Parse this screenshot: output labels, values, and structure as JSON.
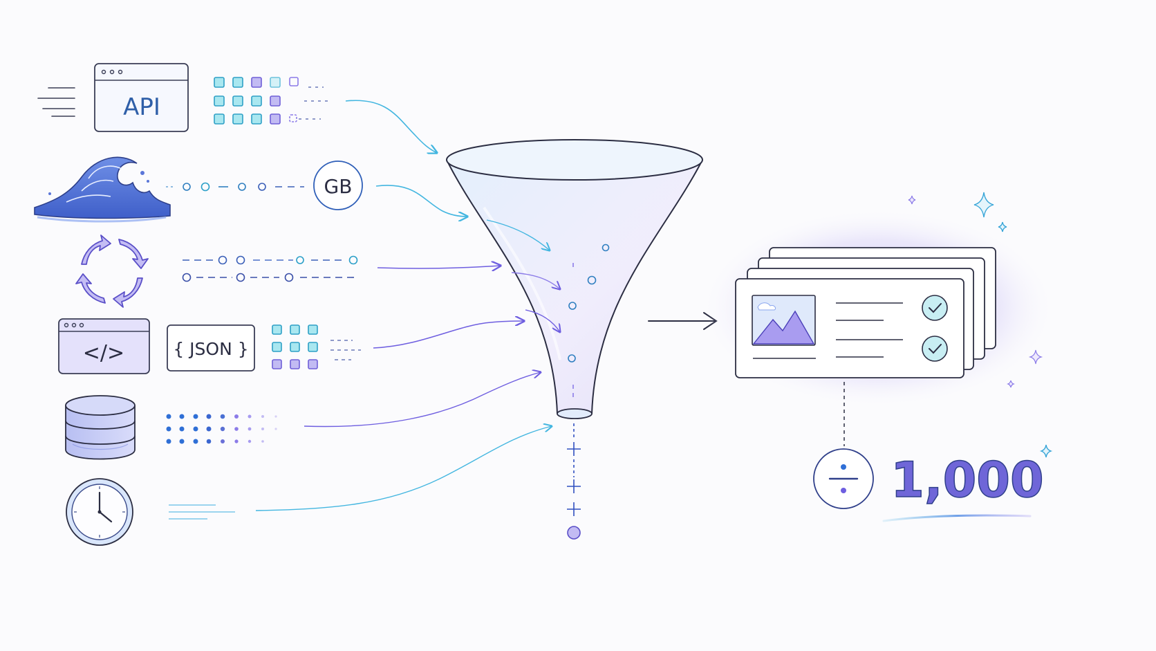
{
  "colors": {
    "background": "#fbfbfd",
    "ink": "#2b2d42",
    "accent_blue": "#2f6fd6",
    "accent_cyan": "#43b6e0",
    "accent_purple": "#8b7be8",
    "tile_cyan": "#8fe0ec",
    "tile_purple": "#b3a8f0"
  },
  "labels": {
    "api": "API",
    "gb": "GB",
    "json": "{ JSON }",
    "code": "</>",
    "result_count": "1,000"
  },
  "icons": {
    "api_window": "browser-window-icon",
    "wave": "wave-icon",
    "sync": "sync-arrows-icon",
    "code_window": "code-window-icon",
    "database": "database-icon",
    "clock": "clock-icon",
    "funnel": "funnel-icon",
    "cards": "card-stack-icon",
    "check": "check-circle-icon",
    "divide": "divide-icon",
    "sparkle": "sparkle-icon"
  }
}
